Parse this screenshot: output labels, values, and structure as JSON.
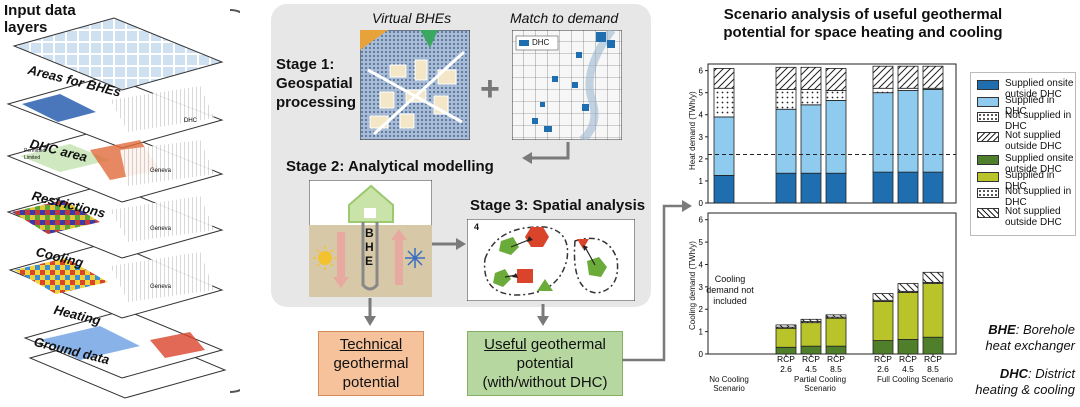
{
  "left": {
    "title": "Input data layers",
    "layers": [
      "Areas for BHEs",
      "DHC area",
      "Restrictions",
      "Cooling",
      "Heating",
      "Ground data"
    ],
    "map_labels": {
      "dhc": "DHC",
      "geneva": "Geneva",
      "permitted": "Permitted",
      "limited": "Limited"
    }
  },
  "center": {
    "virtual_bhes": "Virtual BHEs",
    "match_demand": "Match to demand",
    "dhc_legend": "DHC",
    "plus": "+",
    "stage1_line1": "Stage 1:",
    "stage1_line2": "Geospatial",
    "stage1_line3": "processing",
    "stage2": "Stage 2: Analytical modelling",
    "stage3": "Stage 3: Spatial analysis",
    "bhe_letters": [
      "B",
      "H",
      "E"
    ],
    "stage3_num": "4",
    "tech_line1": "Technical",
    "tech_line2": "geothermal",
    "tech_line3": "potential",
    "useful_line1_u": "Useful",
    "useful_line1_rest": " geothermal",
    "useful_line2": "potential",
    "useful_line3": "(with/without DHC)",
    "colors": {
      "technical": "#f6c29b",
      "useful": "#b6d7a0",
      "panel": "#e7e7e7"
    }
  },
  "chart_data": {
    "type": "bar",
    "title": "Scenario analysis of useful geothermal potential for space heating and cooling",
    "top_ylabel": "Heat demand (TWh/y)",
    "bottom_ylabel": "Cooling demand (TWh/y)",
    "top_ylim": [
      0,
      6.3
    ],
    "bottom_ylim": [
      0,
      6.3
    ],
    "ticks": [
      0,
      1,
      2,
      3,
      4,
      5,
      6
    ],
    "heat_reference_line": 2.2,
    "categories": [
      "",
      "RCP 2.6",
      "RCP 4.5",
      "RCP 8.5",
      "RCP 2.6",
      "RCP 4.5",
      "RCP 8.5"
    ],
    "groups": [
      "No Cooling Scenario",
      "Partial Cooling Scenario",
      "Full Cooling Scenario"
    ],
    "no_cooling_note": "Cooling demand not included",
    "heat_series": [
      {
        "name": "Supplied onsite outside DHC",
        "color": "#1f6fb0",
        "hatch": "none",
        "values": [
          1.25,
          1.35,
          1.35,
          1.35,
          1.4,
          1.4,
          1.4
        ]
      },
      {
        "name": "Supplied in DHC",
        "color": "#8fcbee",
        "hatch": "none",
        "values": [
          2.65,
          2.9,
          3.1,
          3.3,
          3.6,
          3.7,
          3.75
        ]
      },
      {
        "name": "Not supplied in DHC",
        "color": "#ffffff",
        "hatch": "dots",
        "values": [
          1.3,
          0.9,
          0.7,
          0.45,
          0.2,
          0.1,
          0.05
        ]
      },
      {
        "name": "Not supplied outside DHC",
        "color": "#ffffff",
        "hatch": "slash",
        "values": [
          0.9,
          1.0,
          1.0,
          1.0,
          1.0,
          1.0,
          1.0
        ]
      }
    ],
    "cool_series": [
      {
        "name": "Supplied onsite outside DHC",
        "color": "#4f7f2a",
        "hatch": "none",
        "values": [
          0,
          0.3,
          0.35,
          0.35,
          0.6,
          0.65,
          0.75
        ]
      },
      {
        "name": "Supplied in DHC",
        "color": "#b9c42a",
        "hatch": "none",
        "values": [
          0,
          0.85,
          1.05,
          1.25,
          1.75,
          2.1,
          2.4
        ]
      },
      {
        "name": "Not supplied in DHC",
        "color": "#ffffff",
        "hatch": "dots",
        "values": [
          0,
          0.05,
          0.05,
          0.05,
          0.05,
          0.05,
          0.05
        ]
      },
      {
        "name": "Not supplied outside DHC",
        "color": "#ffffff",
        "hatch": "backslash",
        "values": [
          0,
          0.1,
          0.1,
          0.1,
          0.3,
          0.35,
          0.45
        ]
      }
    ],
    "legend": [
      "Supplied onsite outside DHC",
      "Supplied in DHC",
      "Not supplied in DHC",
      "Not supplied outside DHC",
      "Supplied onsite outside DHC",
      "Supplied in DHC",
      "Not supplied in DHC",
      "Not supplied outside DHC"
    ]
  },
  "definitions": {
    "bhe_abbr": "BHE",
    "bhe_text1": ": Borehole",
    "bhe_text2": "heat exchanger",
    "dhc_abbr": "DHC",
    "dhc_text1": ": District",
    "dhc_text2": "heating & cooling"
  }
}
